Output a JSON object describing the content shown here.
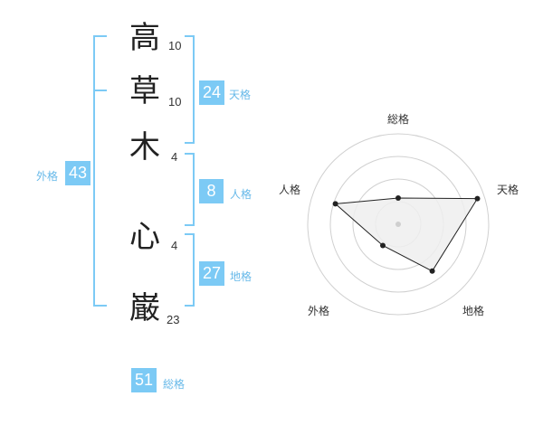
{
  "colors": {
    "accent": "#7ccaf5",
    "label_text": "#67b9e9",
    "radar_fill": "#eeeeee",
    "radar_stroke": "#222222",
    "grid": "#d0d0d0"
  },
  "name_chars": [
    {
      "char": "高",
      "strokes": "10"
    },
    {
      "char": "草",
      "strokes": "10"
    },
    {
      "char": "木",
      "strokes": "4"
    },
    {
      "char": "心",
      "strokes": "4"
    },
    {
      "char": "巌",
      "strokes": "23"
    }
  ],
  "kaku": {
    "tenkaku": {
      "value": "24",
      "label": "天格"
    },
    "jinkaku": {
      "value": "8",
      "label": "人格"
    },
    "chikaku": {
      "value": "27",
      "label": "地格"
    },
    "gaikaku": {
      "value": "43",
      "label": "外格"
    },
    "soukaku": {
      "value": "51",
      "label": "総格"
    }
  },
  "radar": {
    "axes": [
      "総格",
      "天格",
      "地格",
      "外格",
      "人格"
    ],
    "levels": [
      0.29,
      0.92,
      0.64,
      0.29,
      0.73
    ],
    "rings": 4
  }
}
